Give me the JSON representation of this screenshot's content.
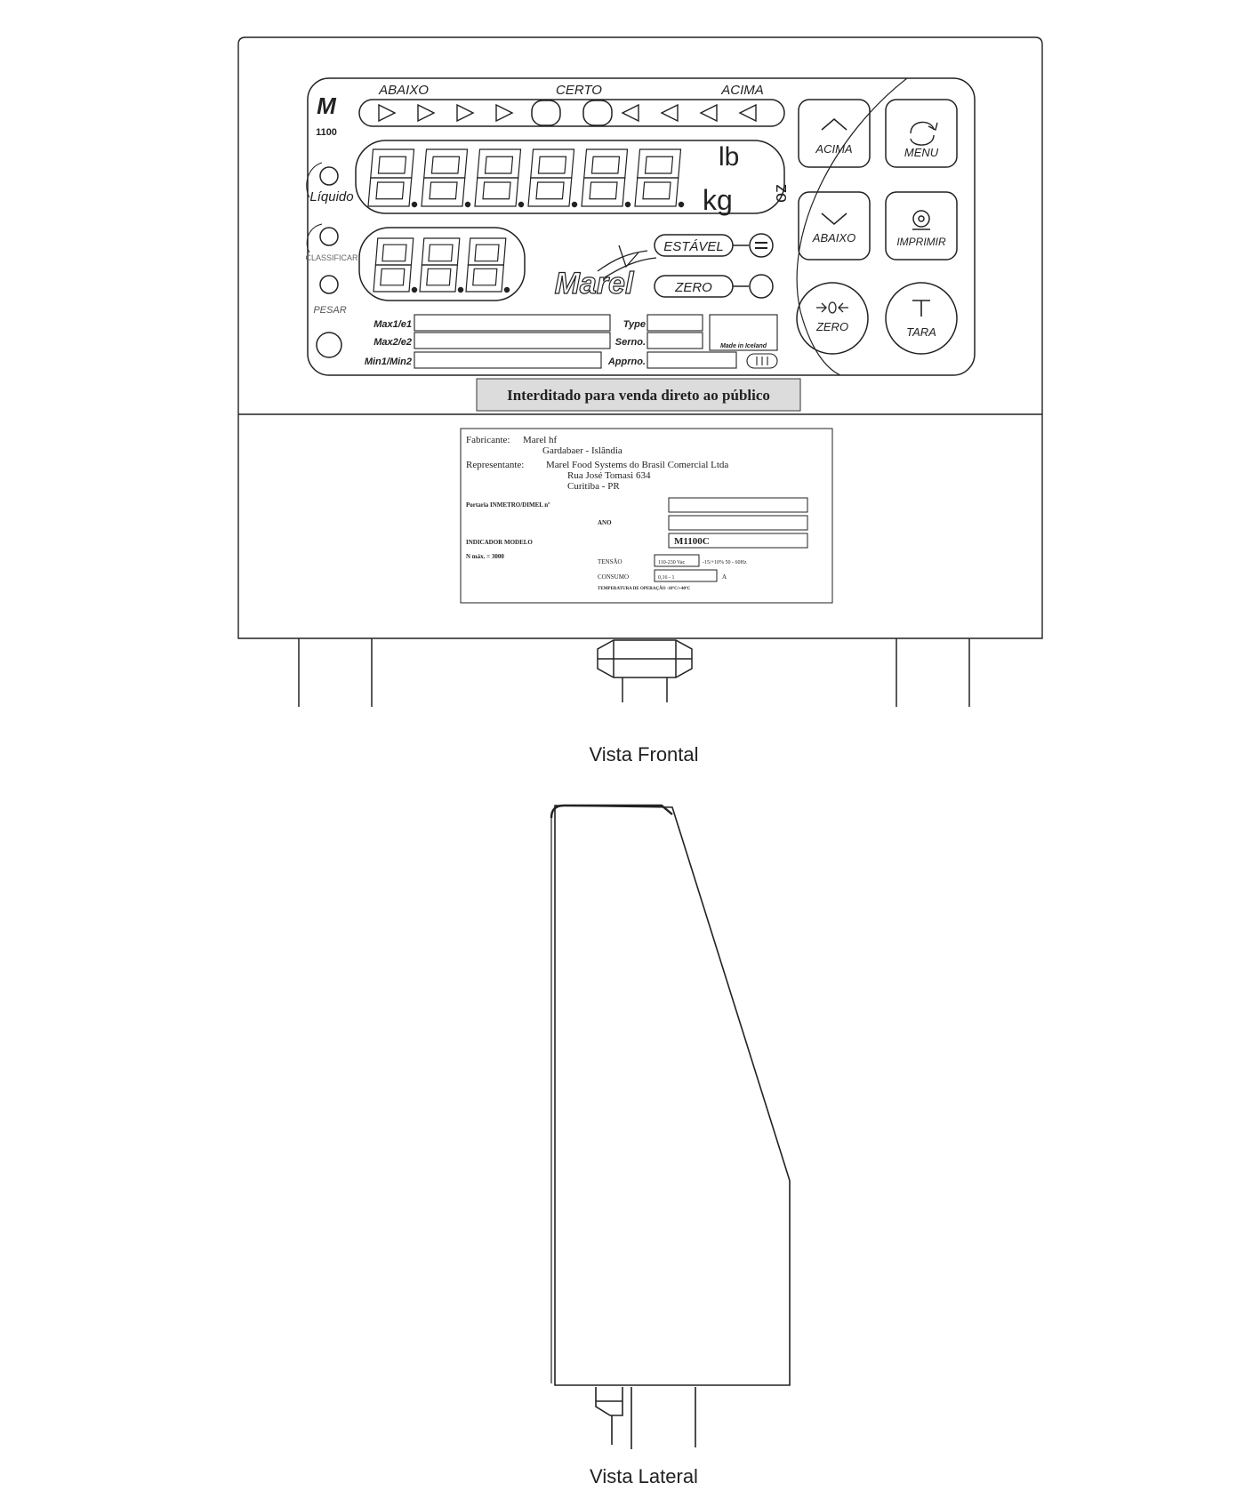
{
  "front_view": {
    "caption": "Vista Frontal",
    "indicator": {
      "logo_letter": "M",
      "model_code": "1100",
      "scale_labels": [
        "ABAIXO",
        "CERTO",
        "ACIMA"
      ],
      "units": [
        "lb",
        "kg",
        "oz"
      ],
      "brand": "Marel",
      "status_stable": "ESTÁVEL",
      "status_zero": "ZERO",
      "left_labels": [
        "Líquido",
        "CLASSIFICAR",
        "PESAR"
      ],
      "plate_left_labels": [
        "Max1/e1",
        "Max2/e2",
        "Min1/Min2"
      ],
      "plate_mid_labels": [
        "Type",
        "Serno.",
        "Apprno."
      ],
      "made_in": "Made in Iceland",
      "accuracy_class": "III",
      "buttons": [
        {
          "label": "ACIMA",
          "icon": "chevron-up-icon"
        },
        {
          "label": "MENU",
          "icon": "refresh-icon"
        },
        {
          "label": "ABAIXO",
          "icon": "chevron-down-icon"
        },
        {
          "label": "IMPRIMIR",
          "icon": "print-icon"
        },
        {
          "label": "ZERO",
          "icon": "zero-icon"
        },
        {
          "label": "TARA",
          "icon": "tare-icon"
        }
      ],
      "warning": "Interditado para venda direto ao público"
    },
    "nameplate": {
      "manufacturer_label": "Fabricante:",
      "manufacturer_lines": [
        "Marel hf",
        "Gardabaer - Islândia"
      ],
      "representative_label": "Representante:",
      "representative_lines": [
        "Marel Food Systems do Brasil Comercial Ltda",
        "Rua José Tomasi 634",
        "Curitiba - PR"
      ],
      "portaria_label": "Portaria INMETRO/DIMEL nº",
      "ano_label": "ANO",
      "model_label": "INDICADOR MODELO",
      "model_value": "M1100C",
      "nmax": "N máx. = 3000",
      "voltage_label": "TENSÃO",
      "voltage_value": "110-230 Vac",
      "voltage_spec": "-15/+10% 50 - 60Hz",
      "consumption_label": "CONSUMO",
      "consumption_value": "0,16 - 1",
      "consumption_unit": "A",
      "temperature": "TEMPERATURA DE OPERAÇÃO -10ºC/+40ºC"
    }
  },
  "side_view": {
    "caption": "Vista Lateral"
  }
}
